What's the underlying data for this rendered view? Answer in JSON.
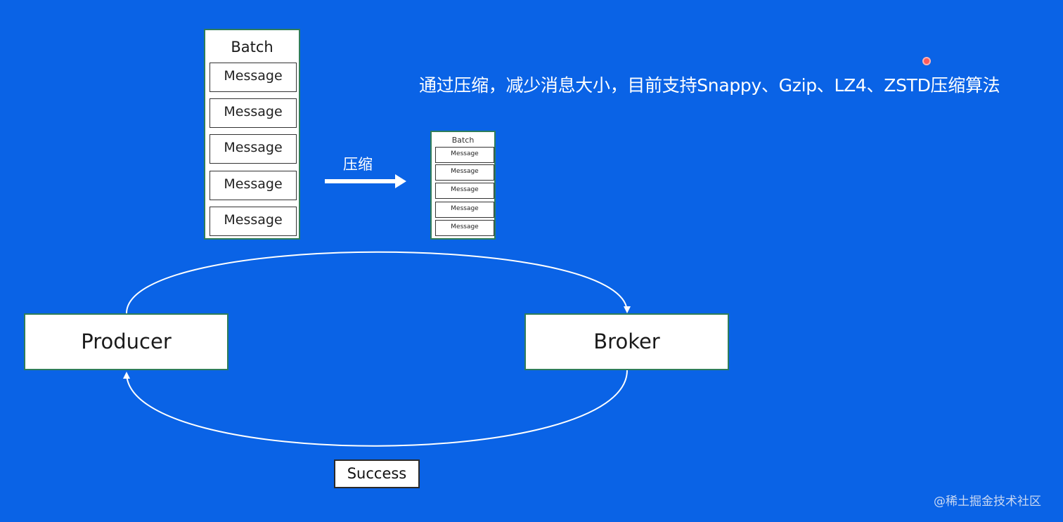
{
  "heading": "通过压缩，减少消息大小，目前支持Snappy、Gzip、LZ4、ZSTD压缩算法",
  "batch_large": {
    "title": "Batch",
    "messages": [
      "Message",
      "Message",
      "Message",
      "Message",
      "Message"
    ]
  },
  "batch_small": {
    "title": "Batch",
    "messages": [
      "Message",
      "Message",
      "Message",
      "Message",
      "Message"
    ]
  },
  "compress_label": "压缩",
  "producer_label": "Producer",
  "broker_label": "Broker",
  "success_label": "Success",
  "watermark": "@稀土掘金技术社区",
  "colors": {
    "background": "#0a63e6",
    "box": "#ffffff",
    "box_border": "#2f7d5a",
    "line": "#ffffff"
  }
}
